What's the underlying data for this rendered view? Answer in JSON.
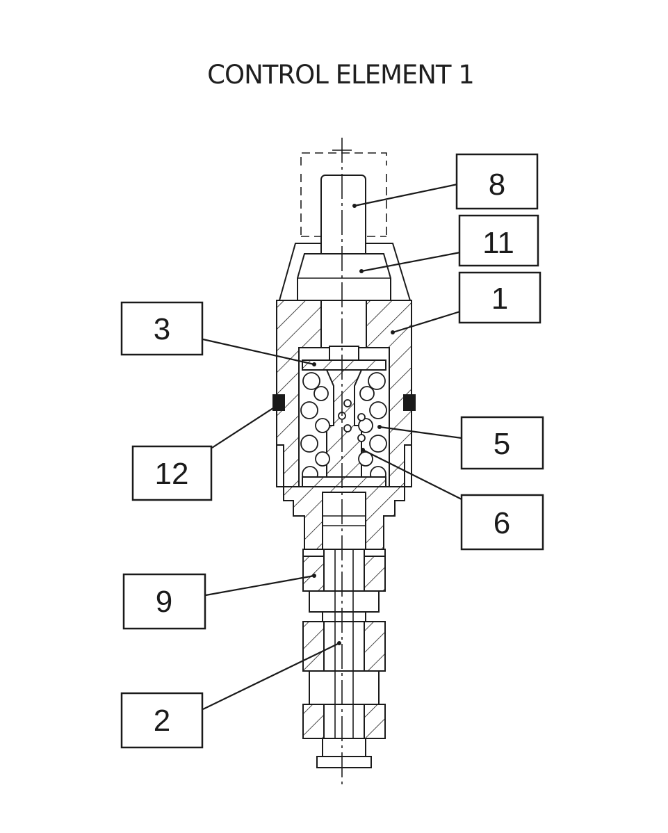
{
  "title": "CONTROL ELEMENT 1",
  "callouts": [
    {
      "id": "c8",
      "label": "8"
    },
    {
      "id": "c11",
      "label": "11"
    },
    {
      "id": "c1",
      "label": "1"
    },
    {
      "id": "c3",
      "label": "3"
    },
    {
      "id": "c5",
      "label": "5"
    },
    {
      "id": "c12",
      "label": "12"
    },
    {
      "id": "c6",
      "label": "6"
    },
    {
      "id": "c9",
      "label": "9"
    },
    {
      "id": "c2",
      "label": "2"
    }
  ]
}
